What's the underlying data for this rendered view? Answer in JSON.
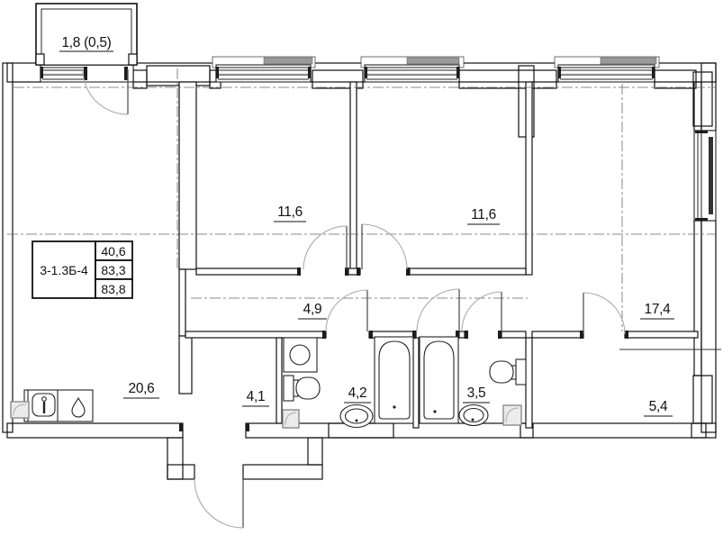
{
  "unit": {
    "code": "3-1.3Б-4",
    "areas": [
      "40,6",
      "83,3",
      "83,8"
    ]
  },
  "rooms": {
    "balcony": "1,8 (0,5)",
    "bedroom_1": "11,6",
    "bedroom_2": "11,6",
    "living_room": "17,4",
    "kitchen_living_room": "20,6",
    "hall": "4,9",
    "corridor": "4,1",
    "bathroom_1": "4,2",
    "bathroom_2": "3,5",
    "storage": "5,4"
  },
  "colors": {
    "line": "#111111",
    "pier_gray": "#c7c7c7",
    "door_arc": "#aaaaaa"
  }
}
